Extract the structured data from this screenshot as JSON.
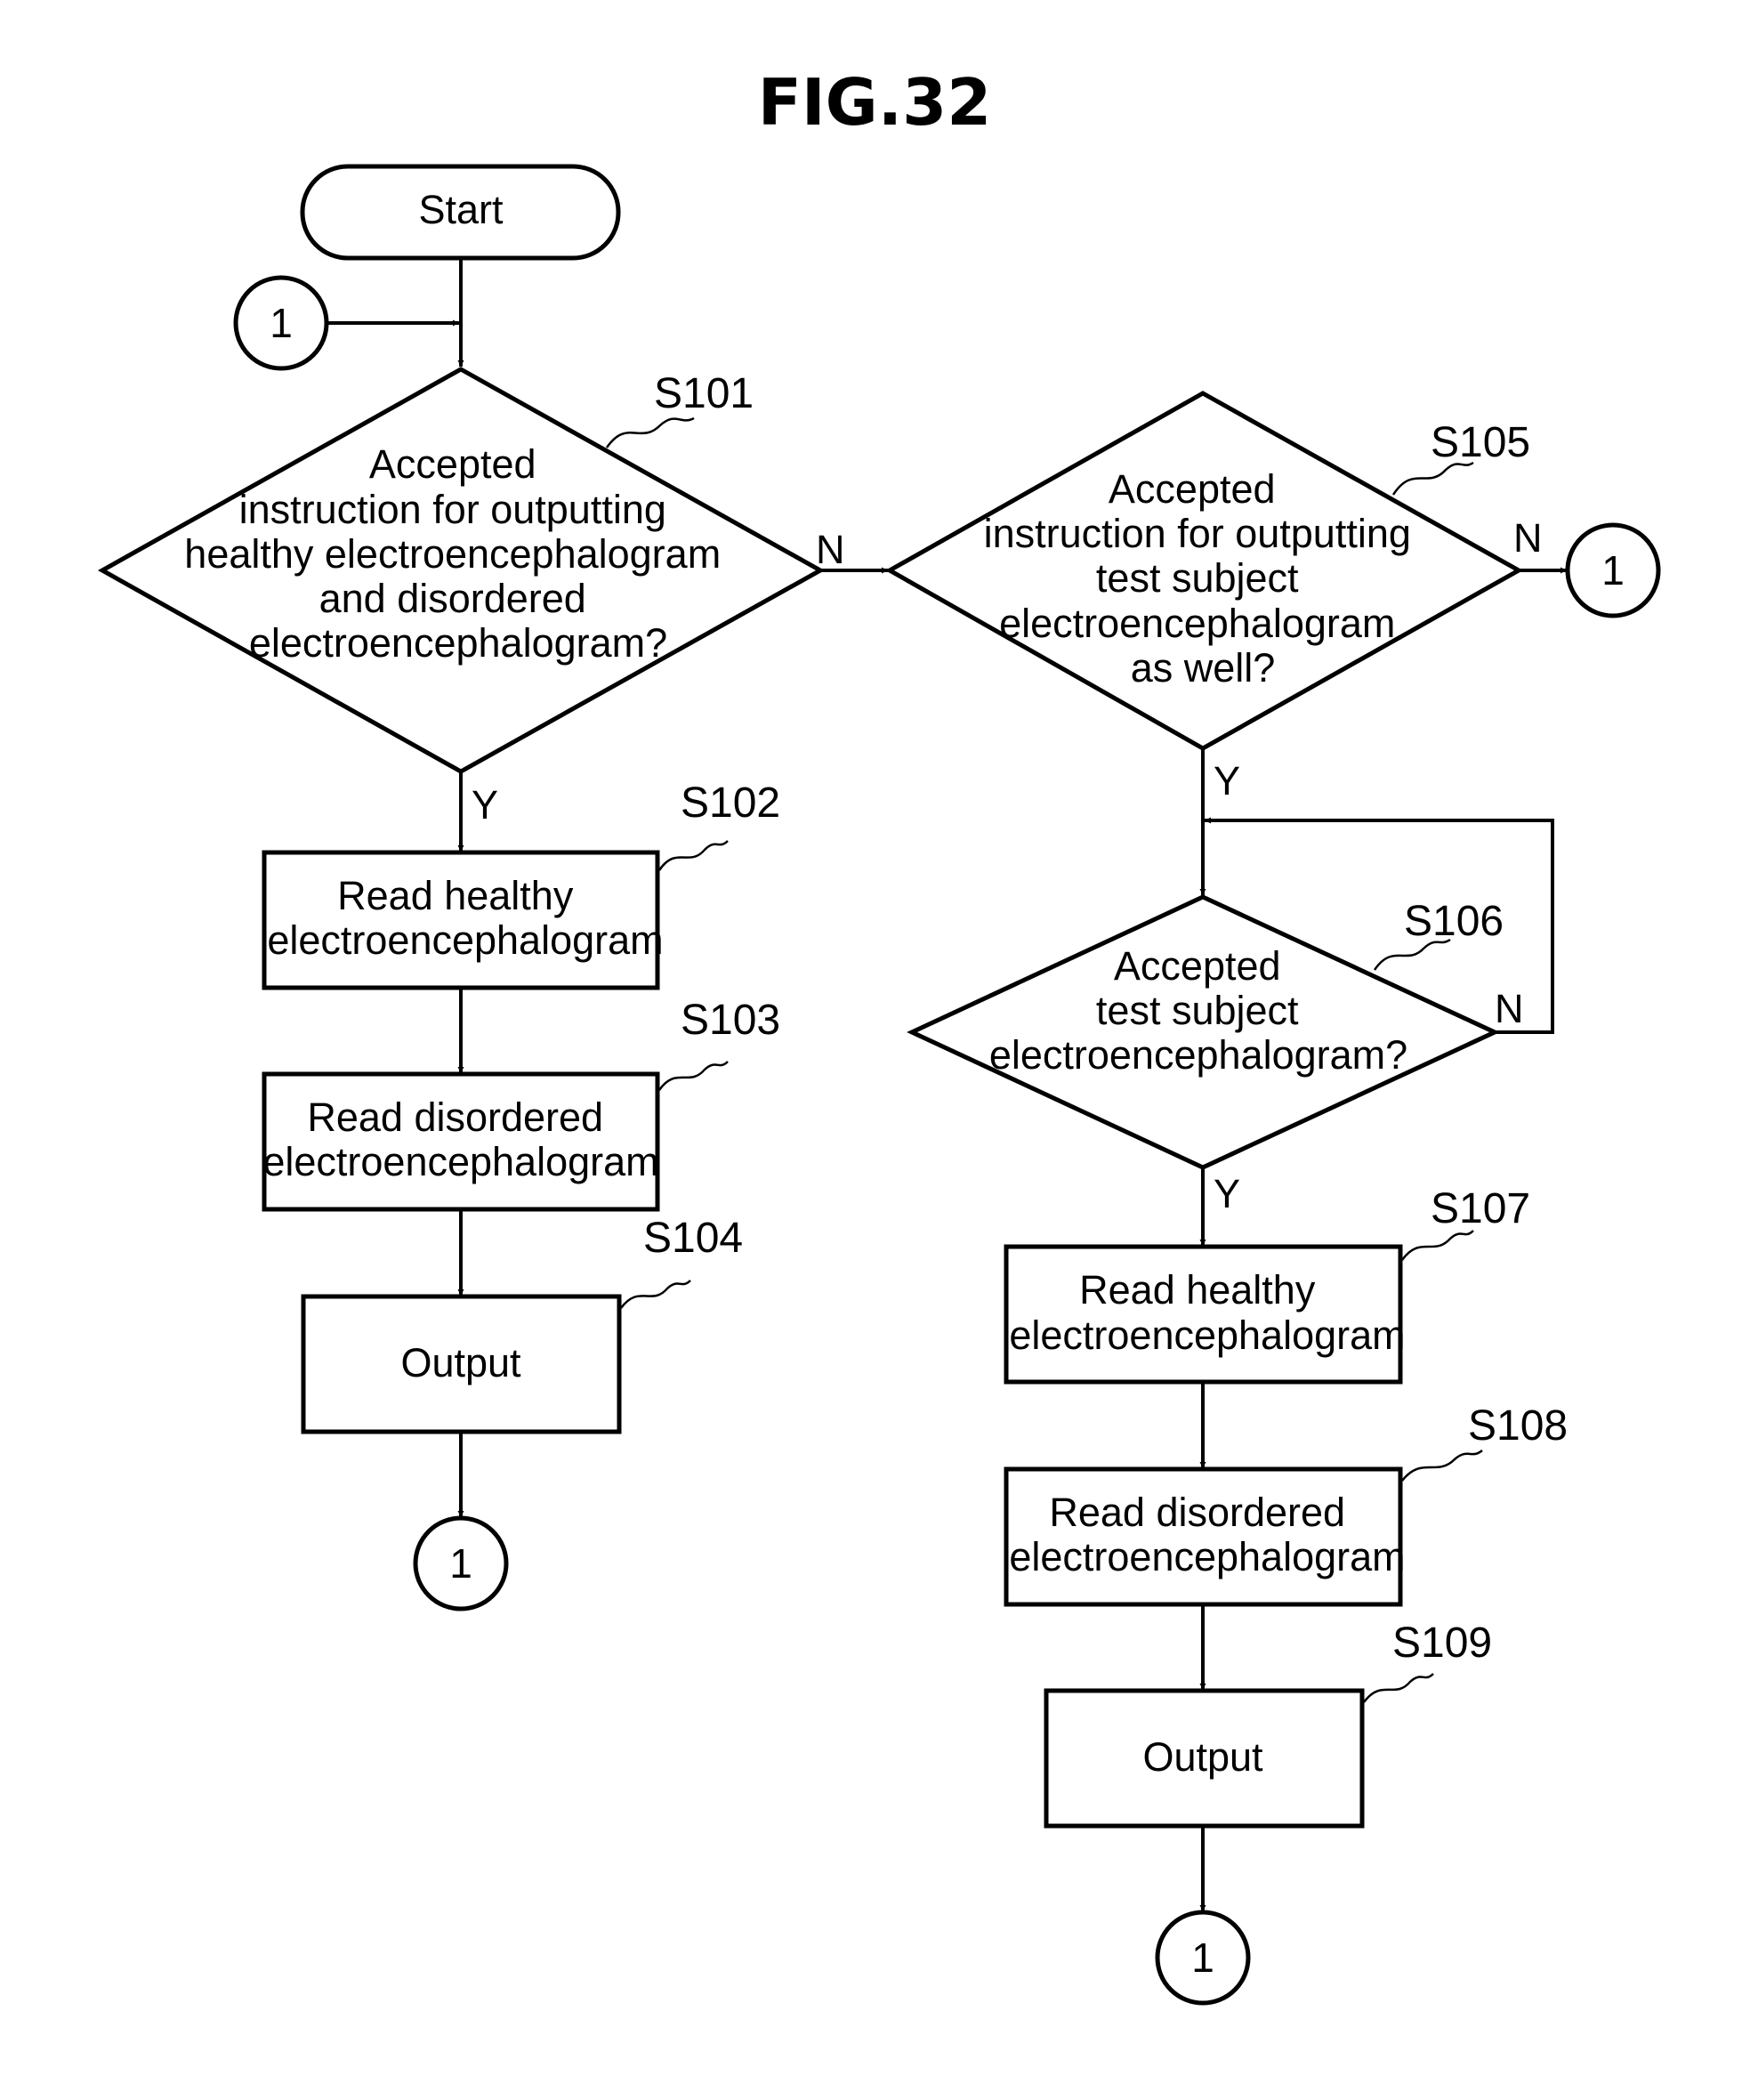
{
  "figure": {
    "title": "FIG.32"
  },
  "start": {
    "label": "Start"
  },
  "connector_label": "1",
  "steps": {
    "s101": {
      "id": "S101",
      "lines": [
        "Accepted",
        "instruction for outputting",
        "healthy electroencephalogram",
        "and disordered",
        "electroencephalogram?"
      ]
    },
    "s102": {
      "id": "S102",
      "lines": [
        "Read healthy",
        "electroencephalogram"
      ]
    },
    "s103": {
      "id": "S103",
      "lines": [
        "Read disordered",
        "electroencephalogram"
      ]
    },
    "s104": {
      "id": "S104",
      "lines": [
        "Output"
      ]
    },
    "s105": {
      "id": "S105",
      "lines": [
        "Accepted",
        "instruction for outputting",
        "test subject",
        "electroencephalogram",
        "as well?"
      ]
    },
    "s106": {
      "id": "S106",
      "lines": [
        "Accepted",
        "test subject",
        "electroencephalogram?"
      ]
    },
    "s107": {
      "id": "S107",
      "lines": [
        "Read healthy",
        "electroencephalogram"
      ]
    },
    "s108": {
      "id": "S108",
      "lines": [
        "Read disordered",
        "electroencephalogram"
      ]
    },
    "s109": {
      "id": "S109",
      "lines": [
        "Output"
      ]
    }
  },
  "edge_labels": {
    "yes": "Y",
    "no": "N"
  }
}
